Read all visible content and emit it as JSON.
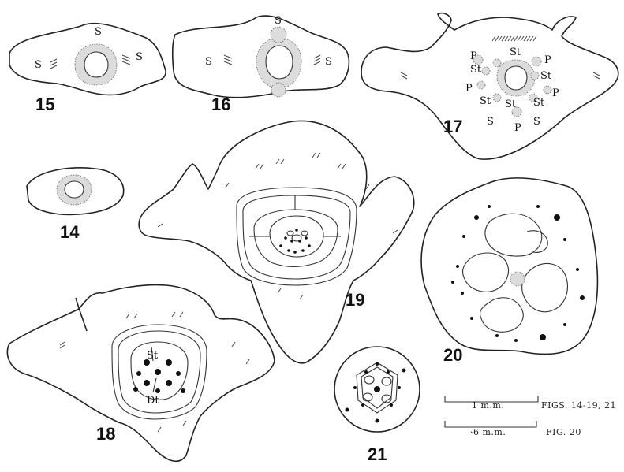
{
  "figures": {
    "fig14": {
      "number": "14"
    },
    "fig15": {
      "number": "15",
      "labels": [
        "S",
        "S",
        "S"
      ]
    },
    "fig16": {
      "number": "16",
      "labels": [
        "S",
        "S",
        "S"
      ]
    },
    "fig17": {
      "number": "17",
      "labels": [
        "St",
        "P",
        "P",
        "St",
        "St",
        "P",
        "St",
        "P",
        "St",
        "St",
        "S",
        "P",
        "S"
      ]
    },
    "fig18": {
      "number": "18",
      "labels": [
        "St",
        "Dt"
      ]
    },
    "fig19": {
      "number": "19"
    },
    "fig20": {
      "number": "20"
    },
    "fig21": {
      "number": "21"
    }
  },
  "scale_bars": [
    {
      "label": "1 m.m.",
      "caption": "FIGS. 14-19, 21"
    },
    {
      "label": "·6 m.m.",
      "caption": "FIG. 20"
    }
  ]
}
